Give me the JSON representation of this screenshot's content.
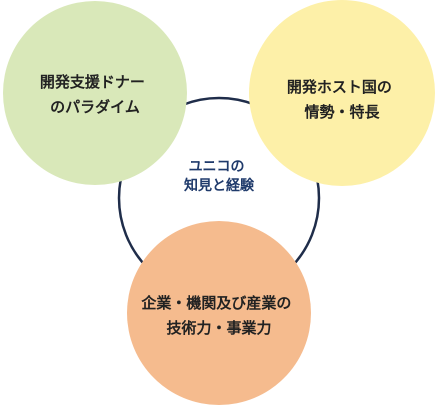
{
  "diagram": {
    "ring_color": "#1f2d4a",
    "center": {
      "lines": [
        "ユニコの",
        "知見と経験"
      ],
      "color": "#1f3a6b"
    },
    "circles": [
      {
        "id": "development-donor",
        "lines": [
          "開発支援ドナー",
          "のパラダイム"
        ],
        "color": "#d9e8b9"
      },
      {
        "id": "host-country",
        "lines": [
          "開発ホスト国の",
          "情勢・特長"
        ],
        "color": "#fdf0a8"
      },
      {
        "id": "corporate-industry",
        "lines": [
          "企業・機関及び産業の",
          "技術力・事業力"
        ],
        "color": "#f5bb8e"
      }
    ]
  }
}
